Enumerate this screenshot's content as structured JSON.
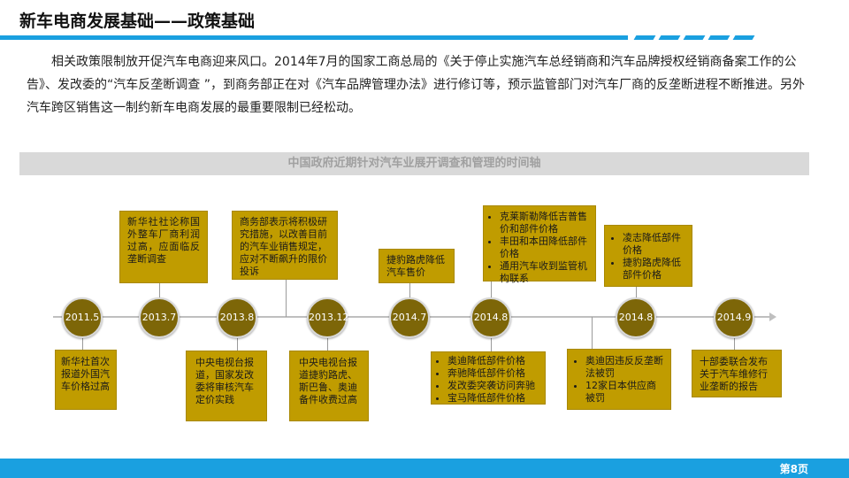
{
  "header": {
    "title": "新车电商发展基础——政策基础"
  },
  "intro": "相关政策限制放开促汽车电商迎来风口。2014年7月的国家工商总局的《关于停止实施汽车总经销商和汽车品牌授权经销商备案工作的公告》、发改委的“汽车反垄断调查 ”，到商务部正在对《汽车品牌管理办法》进行修订等，预示监管部门对汽车厂商的反垄断进程不断推进。另外汽车跨区销售这一制约新车电商发展的最重要限制已经松动。",
  "timeline": {
    "title": "中国政府近期针对汽车业展开调查和管理的时间轴",
    "nodes": [
      "2011.5",
      "2013.7",
      "2013.8",
      "2013.12",
      "2014.7",
      "2014.8",
      "2014.8",
      "2014.9"
    ],
    "top_boxes": {
      "n1": "新华社社论称国外整车厂商利润过高，应面临反垄断调查",
      "n2": "商务部表示将积极研究措施，以改善目前的汽车业销售规定，应对不断飙升的限价投诉",
      "n4": "捷豹路虎降低汽车售价",
      "n5": [
        "克莱斯勒降低吉普售价和部件价格",
        "丰田和本田降低部件价格",
        "通用汽车收到监管机构联系"
      ],
      "n6": [
        "凌志降低部件价格",
        "捷豹路虎降低部件价格"
      ]
    },
    "bottom_boxes": {
      "n0": "新华社首次报道外国汽车价格过高",
      "n2": "中央电视台报道，国家发改委将审核汽车定价实践",
      "n3": "中央电视台报道捷豹路虎、斯巴鲁、奥迪备件收费过高",
      "n5": [
        "奥迪降低部件价格",
        "奔驰降低部件价格",
        "发改委突袭访问奔驰",
        "宝马降低部件价格"
      ],
      "n6": [
        "奥迪因违反反垄断法被罚",
        "12家日本供应商被罚"
      ],
      "n7": "十部委联合发布关于汽车维修行业垄断的报告"
    }
  },
  "footer": {
    "page": "第8页"
  }
}
